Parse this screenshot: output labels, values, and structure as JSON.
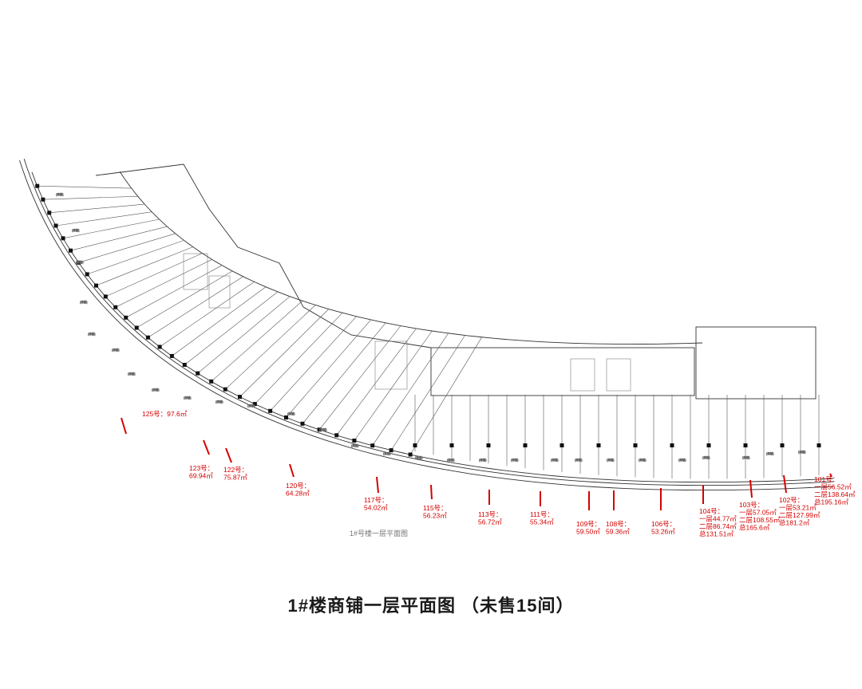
{
  "title": "1#楼商铺一层平面图 （未售15间）",
  "drawing_caption": "1#号楼一层平面图",
  "accent_color": "#d40000",
  "units": [
    {
      "id": "u125",
      "lines": [
        "125号：97.6㎡"
      ]
    },
    {
      "id": "u123",
      "lines": [
        "123号：",
        "69.94㎡"
      ]
    },
    {
      "id": "u122",
      "lines": [
        "122号：",
        "75.87㎡"
      ]
    },
    {
      "id": "u120",
      "lines": [
        "120号：",
        "64.28㎡"
      ]
    },
    {
      "id": "u117",
      "lines": [
        "117号：",
        "54.02㎡"
      ]
    },
    {
      "id": "u115",
      "lines": [
        "115号：",
        "56.23㎡"
      ]
    },
    {
      "id": "u113",
      "lines": [
        "113号：",
        "56.72㎡"
      ]
    },
    {
      "id": "u111",
      "lines": [
        "111号：",
        "55.34㎡"
      ]
    },
    {
      "id": "u109",
      "lines": [
        "109号：",
        "59.50㎡"
      ]
    },
    {
      "id": "u108",
      "lines": [
        "108号：",
        "59.36㎡"
      ]
    },
    {
      "id": "u106",
      "lines": [
        "106号：",
        "53.26㎡"
      ]
    },
    {
      "id": "u104",
      "lines": [
        "104号：",
        "一层44.77㎡",
        "二层86.74㎡",
        "总131.51㎡"
      ]
    },
    {
      "id": "u103",
      "lines": [
        "103号：",
        "一层57.05㎡",
        "二层108.55㎡",
        "总165.6㎡"
      ]
    },
    {
      "id": "u102",
      "lines": [
        "102号：",
        "一层53.21㎡",
        "二层127.99㎡",
        "总181.2㎡"
      ]
    },
    {
      "id": "u101",
      "lines": [
        "101号：",
        "一层56.52㎡",
        "二层138.64㎡",
        "总195.16㎡"
      ]
    }
  ]
}
